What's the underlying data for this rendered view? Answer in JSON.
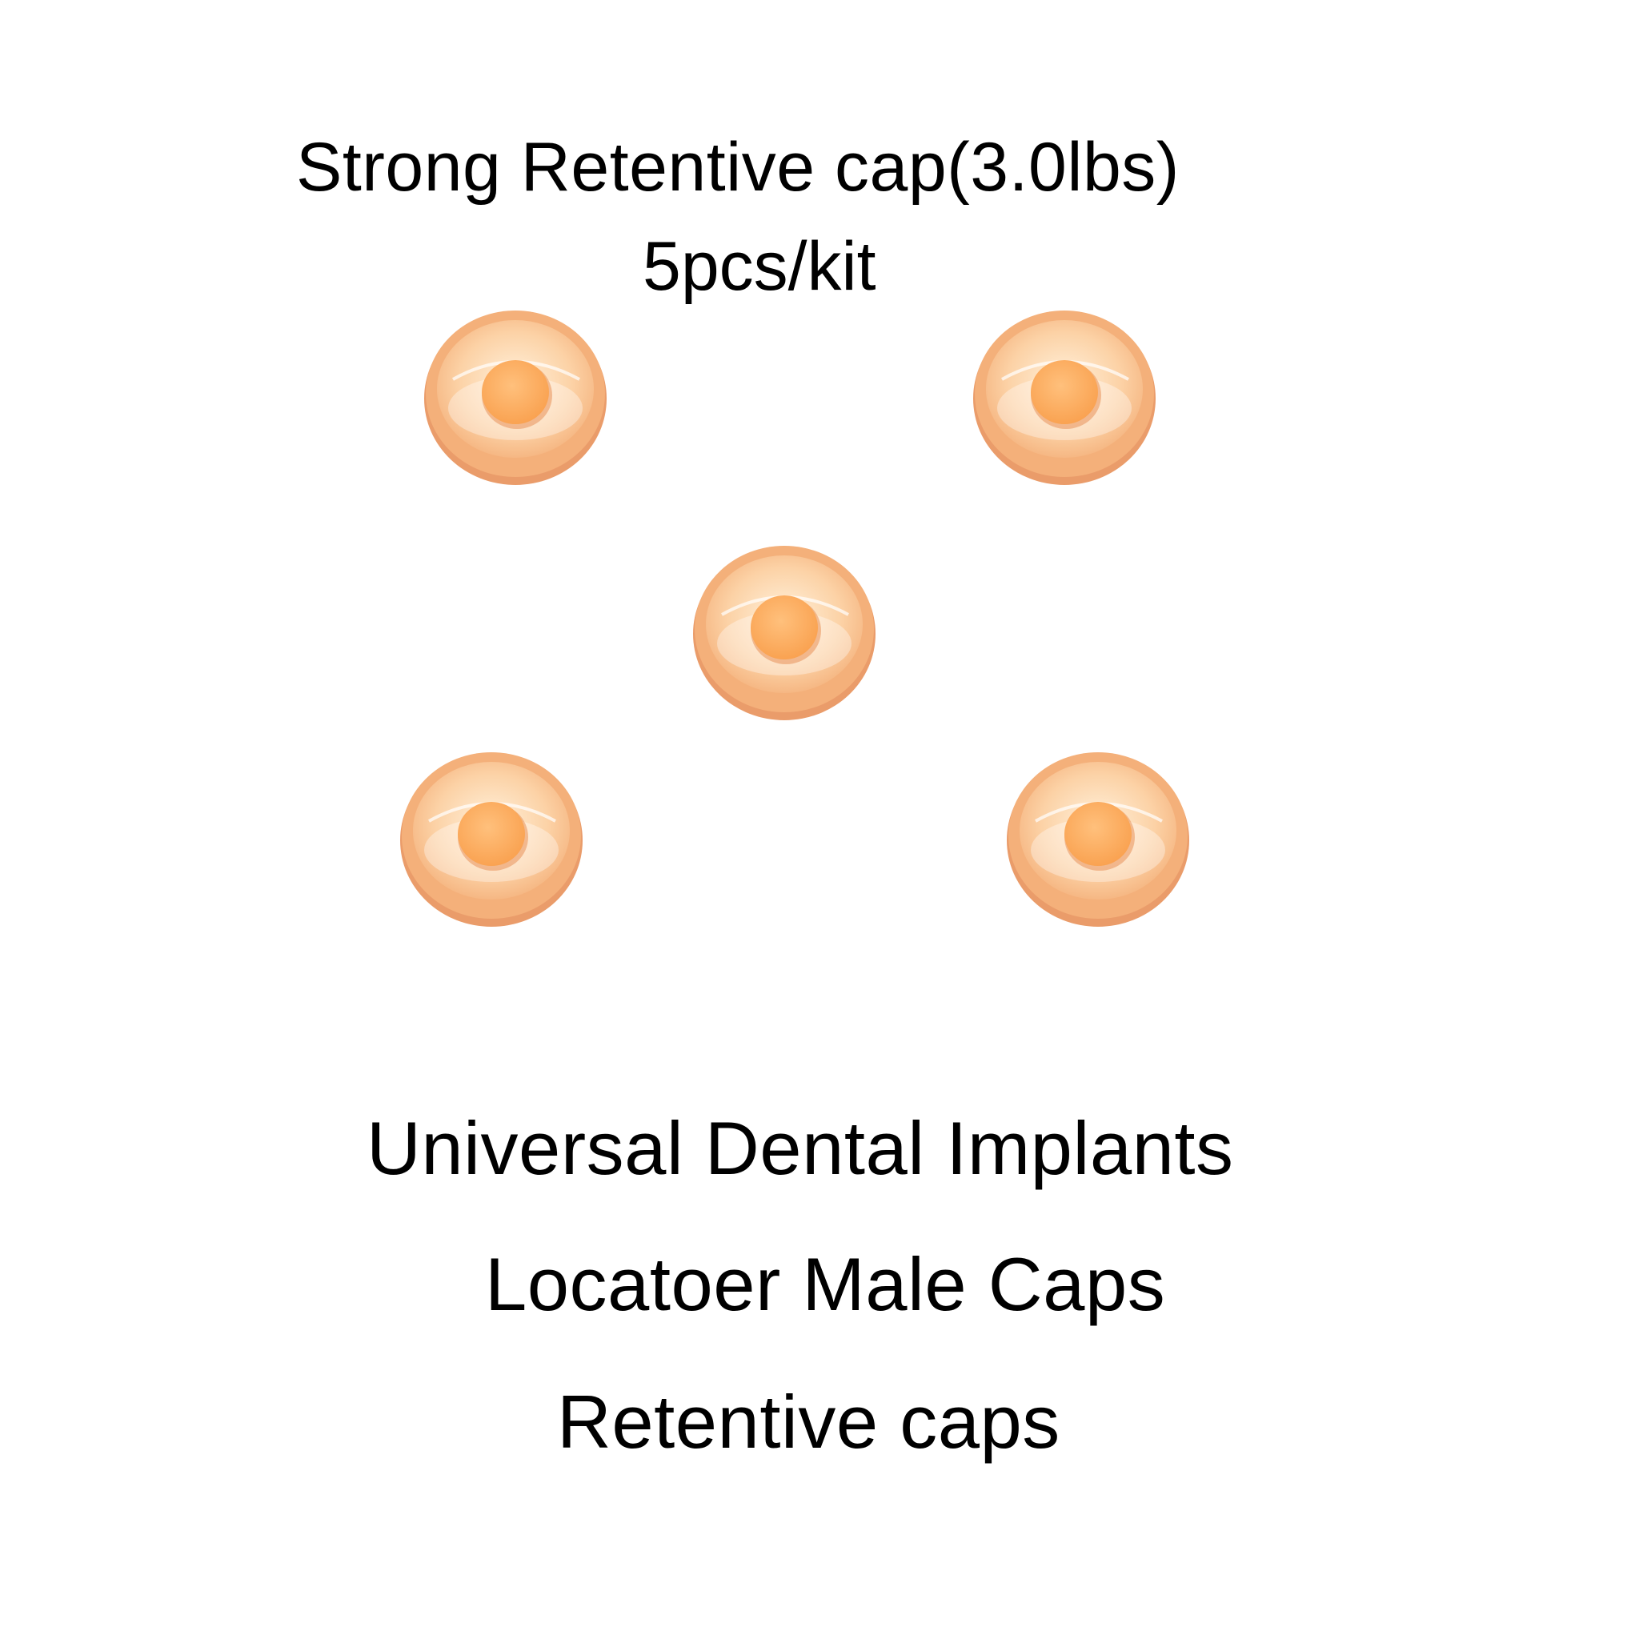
{
  "title": {
    "line1": "Strong Retentive cap(3.0lbs)",
    "line2": "5pcs/kit"
  },
  "description": {
    "line1": "Universal Dental Implants",
    "line2": "Locatoer Male Caps",
    "line3": "Retentive caps"
  },
  "product": {
    "item_icon": "retentive-cap-icon",
    "count": 5,
    "colors": {
      "rim": "#f4b07a",
      "rim_dark": "#e8915a",
      "inner": "#fcd2a6",
      "center": "#f9a04e",
      "background": "#ffffff",
      "text": "#000000"
    }
  }
}
